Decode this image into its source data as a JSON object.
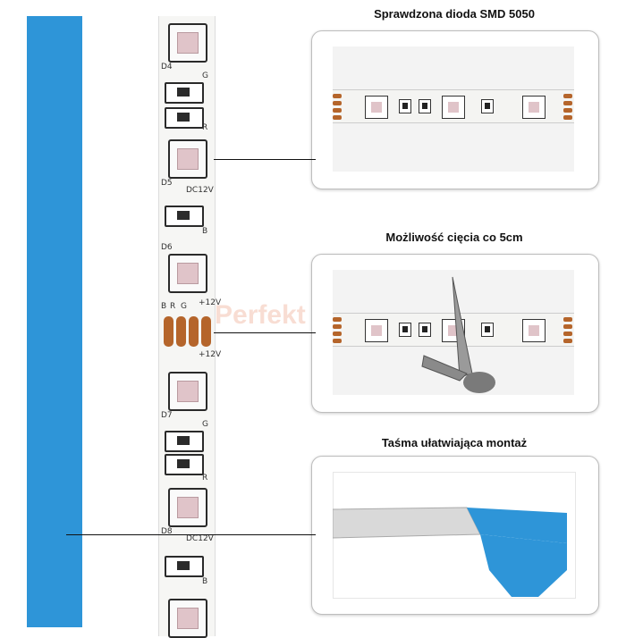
{
  "callouts": [
    {
      "title": "Sprawdzona dioda SMD 5050"
    },
    {
      "title": "Możliwość cięcia co 5cm"
    },
    {
      "title": "Taśma ułatwiająca montaż"
    }
  ],
  "strip_labels": {
    "d4": "D4",
    "d5": "D5",
    "d6": "D6",
    "d7": "D7",
    "d8": "D8",
    "g": "G",
    "r": "R",
    "b": "B",
    "dc12v": "DC12V",
    "plus12v": "+12V"
  },
  "watermark": "Perfekt",
  "colors": {
    "tape_blue": "#2e95d8",
    "pad_copper": "#b5652b"
  }
}
